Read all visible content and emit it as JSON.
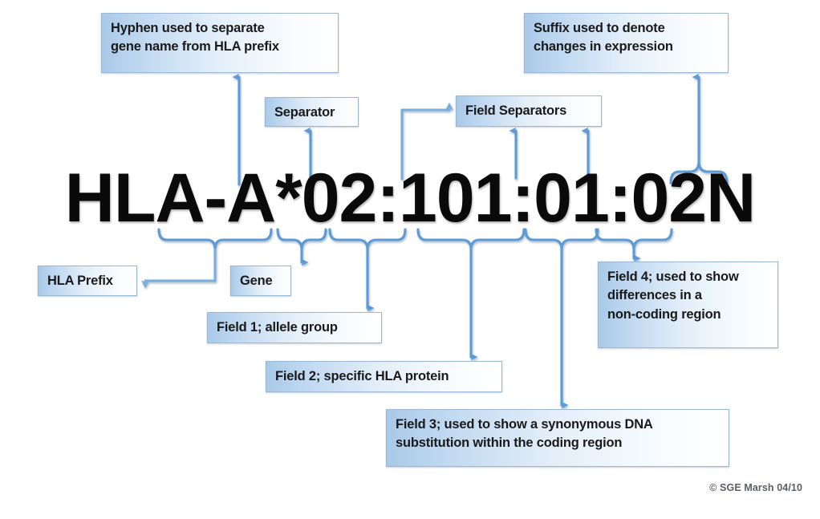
{
  "diagram": {
    "title": "HLA allele nomenclature",
    "allele_name": "HLA-A*02:101:01:02N",
    "accent_color": "#5b9bd5",
    "box_fill_left": "#a9c9e8",
    "box_border": "#9ab8d6",
    "text_color": "#1a1a1a",
    "credit": "© SGE Marsh 04/10"
  },
  "callouts": {
    "hyphen": {
      "label": "Hyphen used to separate\ngene name from HLA prefix"
    },
    "suffix": {
      "label": "Suffix used to denote\nchanges in expression"
    },
    "separator": {
      "label": "Separator"
    },
    "field_separators": {
      "label": "Field Separators"
    },
    "hla_prefix": {
      "label": "HLA Prefix"
    },
    "gene": {
      "label": "Gene"
    },
    "field1": {
      "bold": "Field 1",
      "rest": "; allele group"
    },
    "field2": {
      "bold": "Field 2",
      "rest": "; specific HLA protein"
    },
    "field3": {
      "bold": "Field 3",
      "rest": "; used to show a synonymous DNA\nsubstitution within the coding region"
    },
    "field4": {
      "bold": "Field 4",
      "rest": "; used to show\ndifferences in a\nnon-coding region"
    }
  },
  "allele_parts": [
    {
      "id": "prefix",
      "text": "HLA",
      "described_by": "hla_prefix"
    },
    {
      "id": "hyphen",
      "text": "-",
      "described_by": "hyphen"
    },
    {
      "id": "gene",
      "text": "A",
      "described_by": "gene"
    },
    {
      "id": "separator",
      "text": "*",
      "described_by": "separator"
    },
    {
      "id": "field1",
      "text": "02",
      "described_by": "field1"
    },
    {
      "id": "sep1",
      "text": ":",
      "described_by": "field_separators"
    },
    {
      "id": "field2",
      "text": "101",
      "described_by": "field2"
    },
    {
      "id": "sep2",
      "text": ":",
      "described_by": "field_separators"
    },
    {
      "id": "field3",
      "text": "01",
      "described_by": "field3"
    },
    {
      "id": "sep3",
      "text": ":",
      "described_by": "field_separators"
    },
    {
      "id": "field4",
      "text": "02",
      "described_by": "field4"
    },
    {
      "id": "suffix",
      "text": "N",
      "described_by": "suffix"
    }
  ]
}
